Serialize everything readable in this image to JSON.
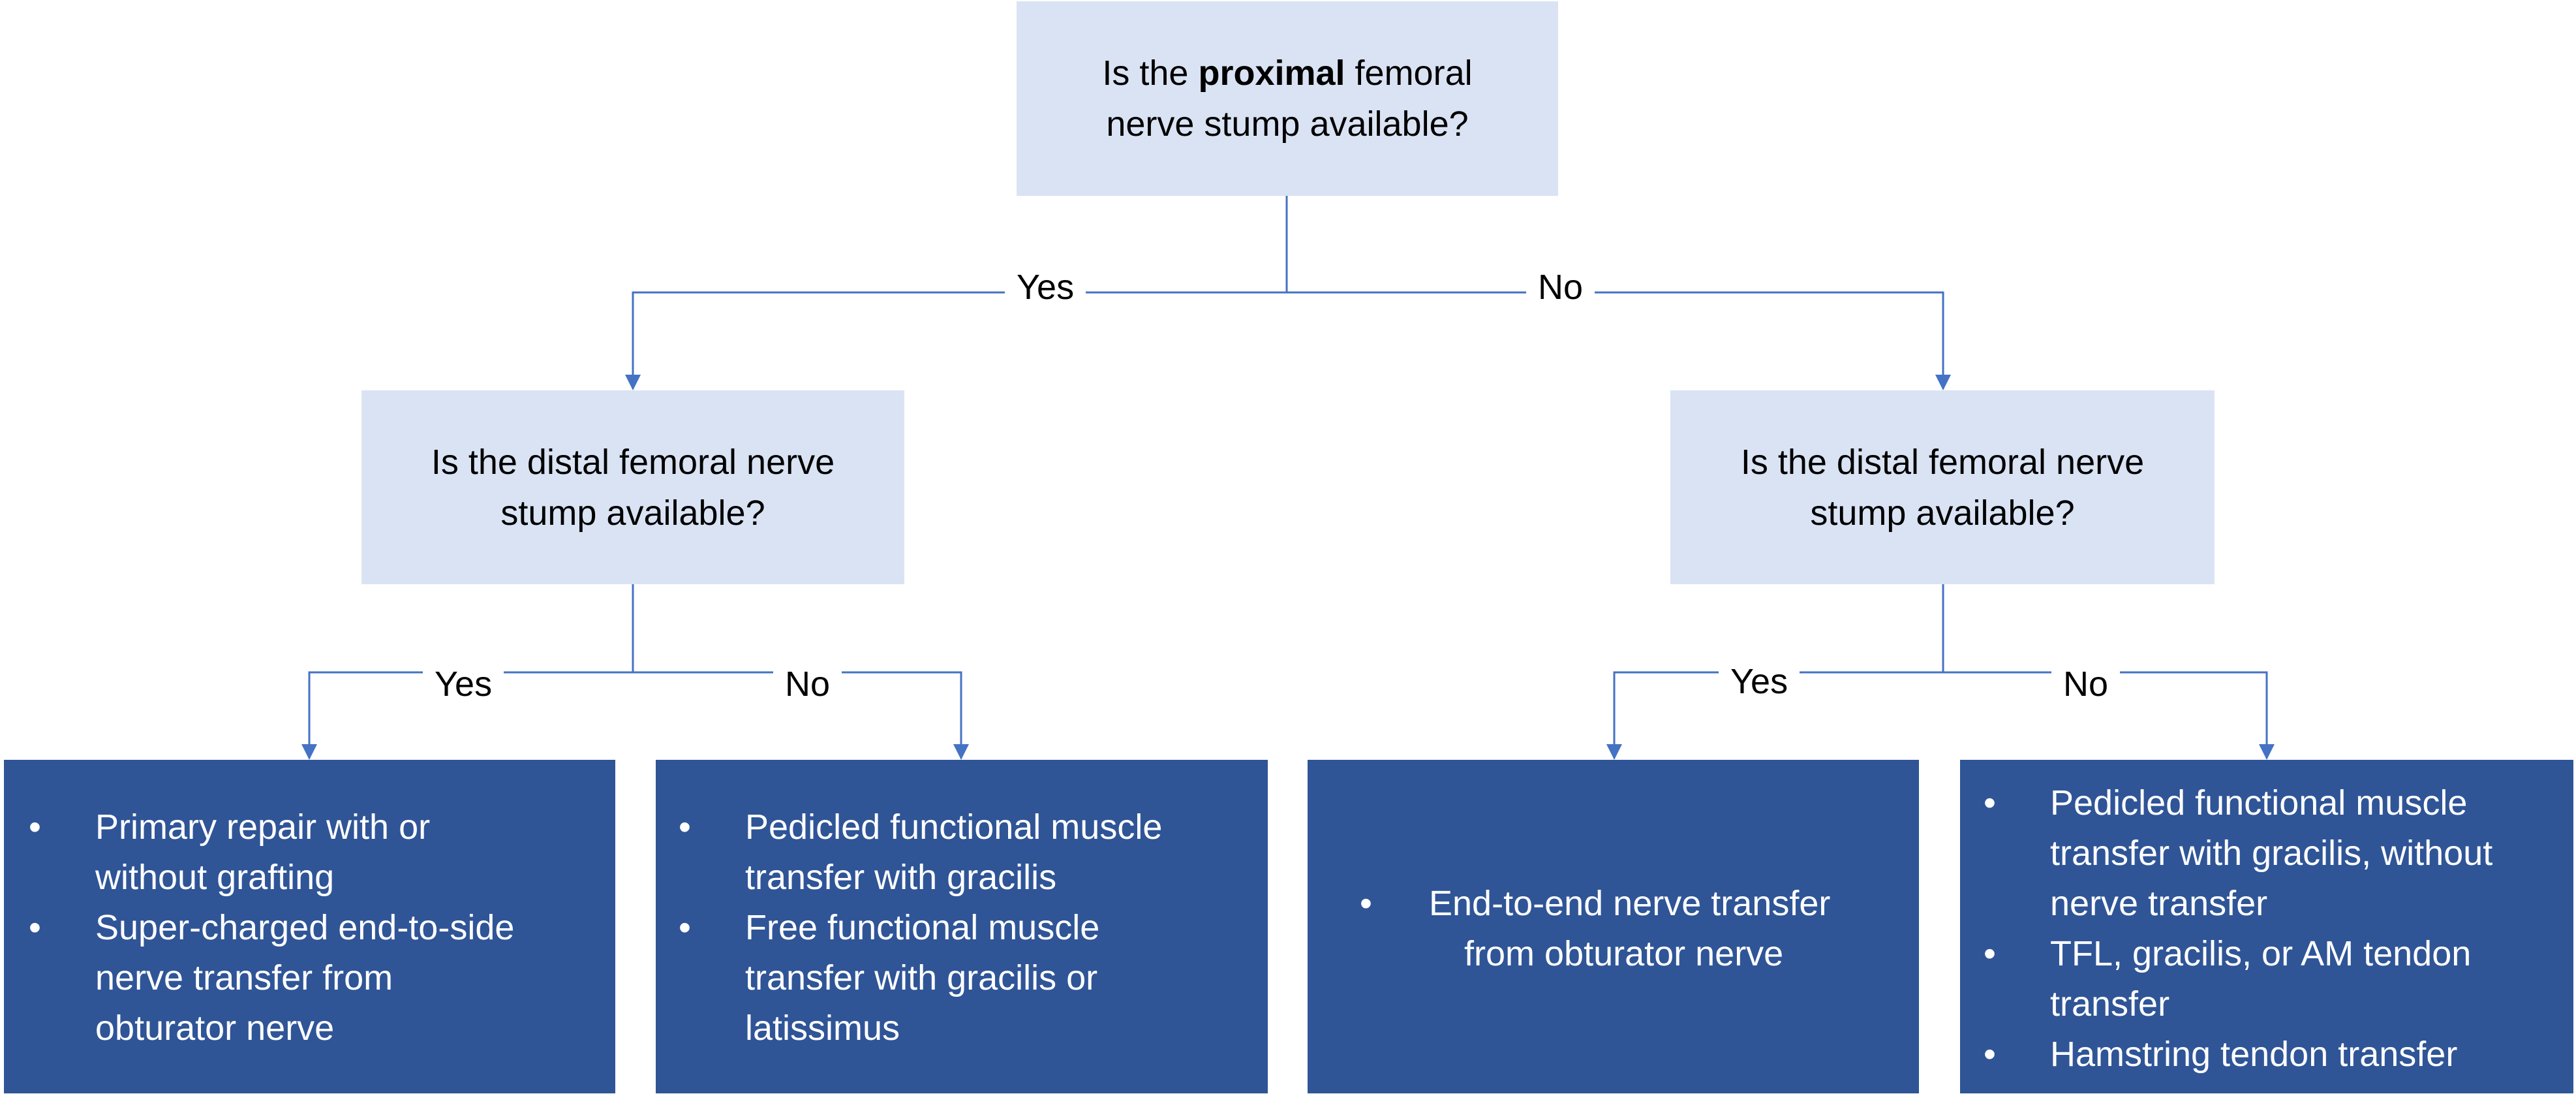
{
  "colors": {
    "question_fill": "#dae3f3",
    "answer_fill": "#2f5597",
    "connector": "#4472c4"
  },
  "root": {
    "pre": "Is the ",
    "bold": "proximal",
    "post": " femoral",
    "line2": "nerve stump available?"
  },
  "branches": {
    "left_label": "Yes",
    "right_label": "No"
  },
  "left_question": {
    "line1": "Is the distal femoral nerve",
    "line2": "stump available?",
    "yes_label": "Yes",
    "no_label": "No"
  },
  "right_question": {
    "line1": "Is the distal femoral nerve",
    "line2": "stump available?",
    "yes_label": "Yes",
    "no_label": "No"
  },
  "outcomes": {
    "a": {
      "bullets": [
        [
          "Primary repair with or",
          "without grafting"
        ],
        [
          "Super-charged end-to-side",
          "nerve transfer from",
          "obturator nerve"
        ]
      ]
    },
    "b": {
      "bullets": [
        [
          "Pedicled functional muscle",
          "transfer with gracilis"
        ],
        [
          "Free functional muscle",
          "transfer with gracilis or",
          "latissimus"
        ]
      ]
    },
    "c": {
      "bullets": [
        [
          "End-to-end nerve transfer",
          "from obturator nerve"
        ]
      ]
    },
    "d": {
      "bullets": [
        [
          "Pedicled functional muscle",
          "transfer with gracilis, without",
          "nerve transfer"
        ],
        [
          "TFL, gracilis, or AM tendon",
          "transfer"
        ],
        [
          "Hamstring tendon transfer"
        ]
      ]
    }
  },
  "bullet_glyph": "•"
}
